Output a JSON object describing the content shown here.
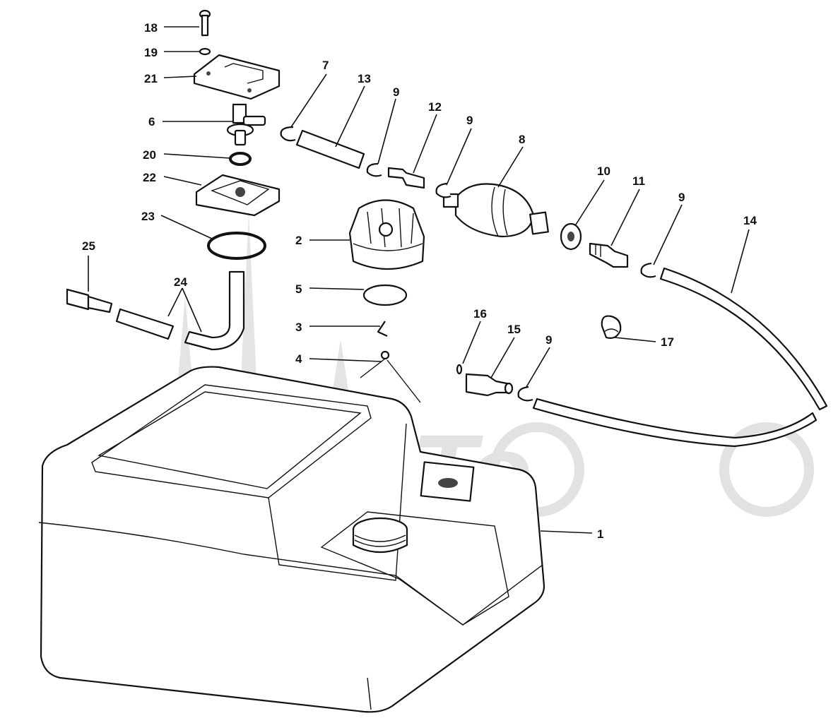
{
  "watermark": {
    "text": "AeHMoTo"
  },
  "callouts": [
    {
      "id": "1",
      "label": "1"
    },
    {
      "id": "2",
      "label": "2"
    },
    {
      "id": "3",
      "label": "3"
    },
    {
      "id": "4",
      "label": "4"
    },
    {
      "id": "5",
      "label": "5"
    },
    {
      "id": "6",
      "label": "6"
    },
    {
      "id": "7",
      "label": "7"
    },
    {
      "id": "8",
      "label": "8"
    },
    {
      "id": "9a",
      "label": "9"
    },
    {
      "id": "9b",
      "label": "9"
    },
    {
      "id": "9c",
      "label": "9"
    },
    {
      "id": "9d",
      "label": "9"
    },
    {
      "id": "10",
      "label": "10"
    },
    {
      "id": "11",
      "label": "11"
    },
    {
      "id": "12",
      "label": "12"
    },
    {
      "id": "13",
      "label": "13"
    },
    {
      "id": "14",
      "label": "14"
    },
    {
      "id": "15",
      "label": "15"
    },
    {
      "id": "16",
      "label": "16"
    },
    {
      "id": "17",
      "label": "17"
    },
    {
      "id": "18",
      "label": "18"
    },
    {
      "id": "19",
      "label": "19"
    },
    {
      "id": "20",
      "label": "20"
    },
    {
      "id": "21",
      "label": "21"
    },
    {
      "id": "22",
      "label": "22"
    },
    {
      "id": "23",
      "label": "23"
    },
    {
      "id": "24",
      "label": "24"
    },
    {
      "id": "25",
      "label": "25"
    }
  ]
}
